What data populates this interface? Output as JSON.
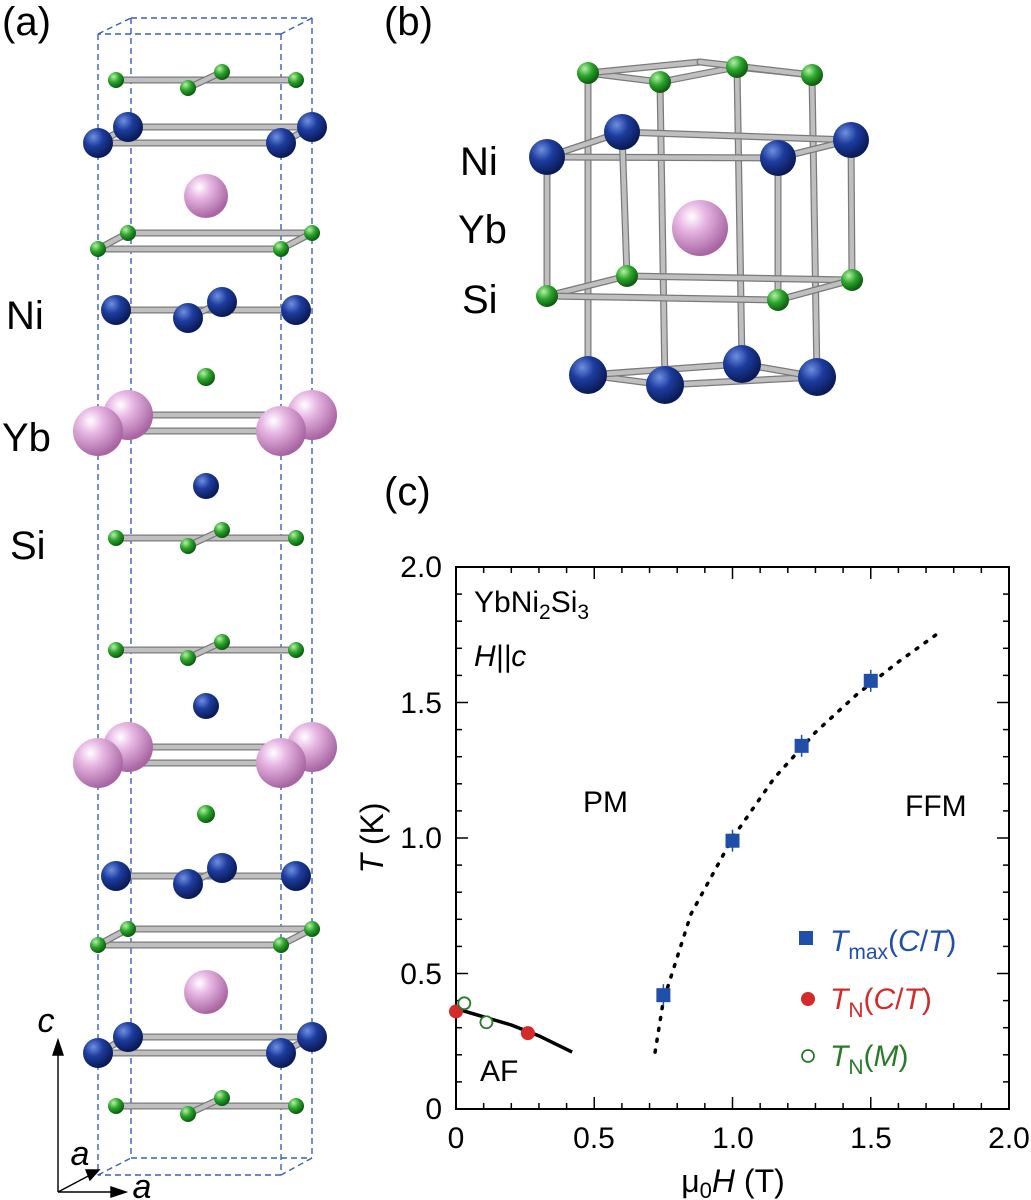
{
  "panels": {
    "a": "(a)",
    "b": "(b)",
    "c": "(c)"
  },
  "structure_a": {
    "labels": [
      "Ni",
      "Yb",
      "Si"
    ],
    "axis_c": "c",
    "axis_a1": "a",
    "axis_a2": "a"
  },
  "structure_b": {
    "labels": [
      "Ni",
      "Yb",
      "Si"
    ]
  },
  "colors": {
    "ni": "#1a3a9a",
    "si": "#22a22a",
    "yb": "#d9a0d2",
    "bond": "#bfbfbf",
    "cell": "#3a5fc0",
    "tmax": "#1f4fa8",
    "tn_ct": "#d42a2a",
    "tn_m": "#2a7a2a"
  },
  "chart_data": {
    "type": "scatter",
    "title": "",
    "sample": "YbNi2Si3",
    "field_dir": "H||c",
    "xlabel": "μ0H (T)",
    "ylabel": "T (K)",
    "xlim": [
      0,
      2.0
    ],
    "ylim": [
      0,
      2.0
    ],
    "xticks": [
      "0",
      "0.5",
      "1.0",
      "1.5",
      "2.0"
    ],
    "yticks": [
      "0",
      "0.5",
      "1.0",
      "1.5",
      "2.0"
    ],
    "regions": [
      "PM",
      "FFM",
      "AF"
    ],
    "legend_position": "bottom-right",
    "series": [
      {
        "name": "Tmax(C/T)",
        "marker": "filled-square",
        "x": [
          0.75,
          1.0,
          1.25,
          1.5
        ],
        "y": [
          0.42,
          0.99,
          1.34,
          1.58
        ]
      },
      {
        "name": "TN(C/T)",
        "marker": "filled-circle",
        "x": [
          0.0,
          0.26
        ],
        "y": [
          0.36,
          0.28
        ]
      },
      {
        "name": "TN(M)",
        "marker": "open-circle",
        "x": [
          0.03,
          0.11
        ],
        "y": [
          0.39,
          0.32
        ]
      }
    ],
    "curves": [
      {
        "style": "solid",
        "x": [
          0.0,
          0.1,
          0.2,
          0.3,
          0.42
        ],
        "y": [
          0.37,
          0.34,
          0.31,
          0.27,
          0.21
        ]
      },
      {
        "style": "dotted",
        "x": [
          0.72,
          0.75,
          0.85,
          1.0,
          1.15,
          1.3,
          1.45,
          1.6,
          1.75
        ],
        "y": [
          0.21,
          0.4,
          0.72,
          1.0,
          1.22,
          1.39,
          1.53,
          1.65,
          1.76
        ]
      }
    ]
  }
}
